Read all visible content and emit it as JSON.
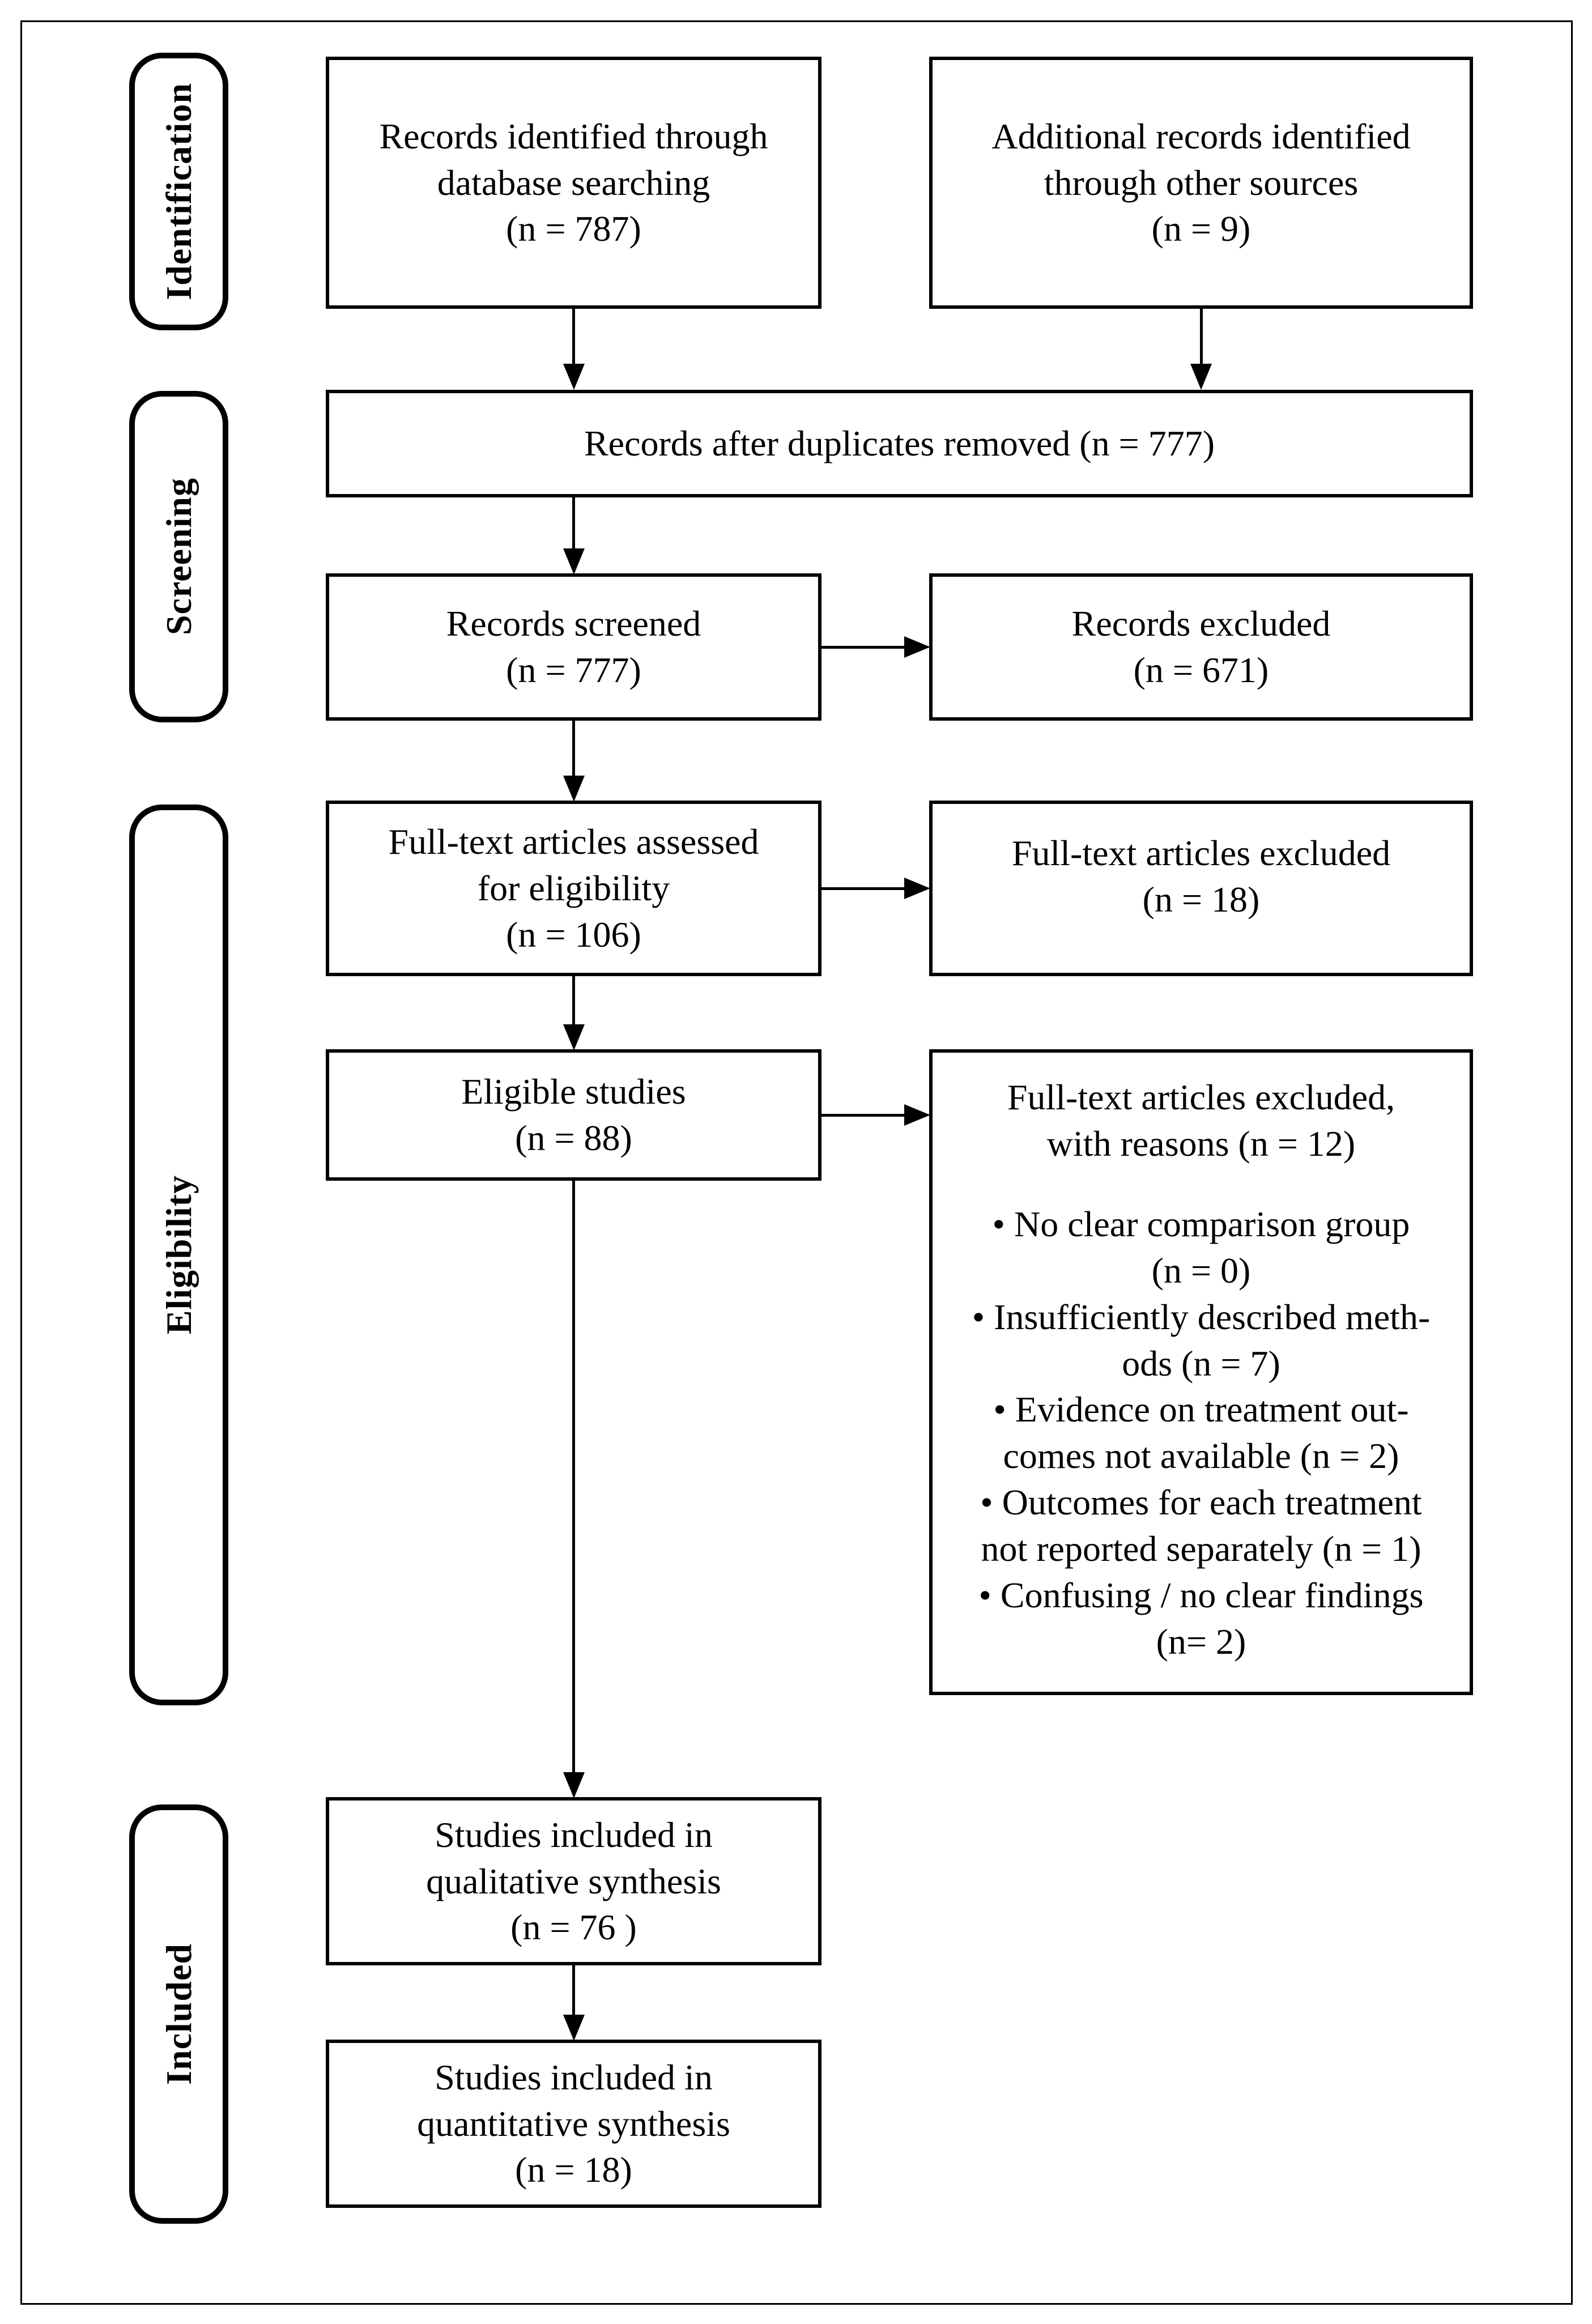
{
  "figure": {
    "stages": {
      "identification": "Identification",
      "screening": "Screening",
      "eligibility": "Eligibility",
      "included": "Included"
    },
    "boxes": {
      "identified": "Records identified through\ndatabase searching\n(n = 787)",
      "additional": "Additional records identified\nthrough other sources\n(n = 9)",
      "duplicates_removed": "Records after duplicates removed (n = 777)",
      "screened": "Records screened\n(n = 777)",
      "records_excluded": "Records excluded\n(n = 671)",
      "fulltext_assessed": "Full-text articles assessed\nfor eligibility\n(n = 106)",
      "fulltext_excluded": "Full-text articles excluded\n(n = 18)",
      "eligible": "Eligible studies\n(n = 88)",
      "qualitative": "Studies included in\nqualitative synthesis\n(n = 76 )",
      "quantitative": "Studies included in\nquantitative synthesis\n(n = 18)"
    },
    "exclusion_reasons": {
      "title": "Full-text articles excluded,\nwith reasons (n = 12)",
      "items": [
        "• No clear comparison group\n(n = 0)",
        "• Insufficiently described meth-\nods (n = 7)",
        "• Evidence on treatment out-\ncomes not available (n = 2)",
        "• Outcomes for each treatment\nnot reported separately (n = 1)",
        "• Confusing / no clear findings\n(n= 2)"
      ]
    }
  }
}
